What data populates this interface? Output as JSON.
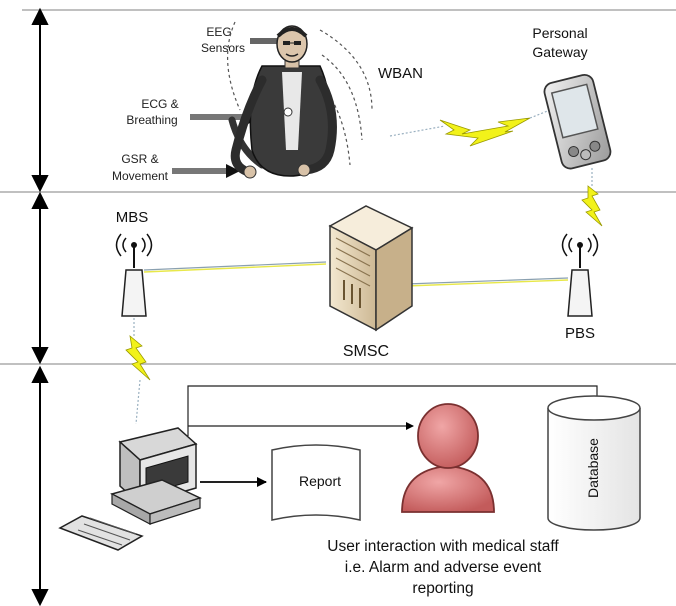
{
  "tiers": {
    "top": {
      "sensors": {
        "eeg_line1": "EEG",
        "eeg_line2": "Sensors",
        "ecg_line1": "ECG &",
        "ecg_line2": "Breathing",
        "gsr_line1": "GSR &",
        "gsr_line2": "Movement"
      },
      "wban": "WBAN",
      "gateway_line1": "Personal",
      "gateway_line2": "Gateway"
    },
    "middle": {
      "mbs": "MBS",
      "smsc": "SMSC",
      "pbs": "PBS"
    },
    "bottom": {
      "report": "Report",
      "database": "Database",
      "caption_line1": "User interaction with medical staff",
      "caption_line2": "i.e. Alarm and adverse event",
      "caption_line3": "reporting"
    }
  },
  "icons": {
    "walking_person": "walking-person-icon",
    "pda": "pda-icon",
    "antenna": "antenna-icon",
    "server": "server-icon",
    "computer": "computer-icon",
    "user": "user-icon",
    "document": "document-icon",
    "database": "database-icon",
    "lightning": "lightning-icon"
  },
  "colors": {
    "lightning": "#f2f21a",
    "tier_divider": "#888888",
    "user": "#d97979",
    "server": "#eadcbf"
  }
}
